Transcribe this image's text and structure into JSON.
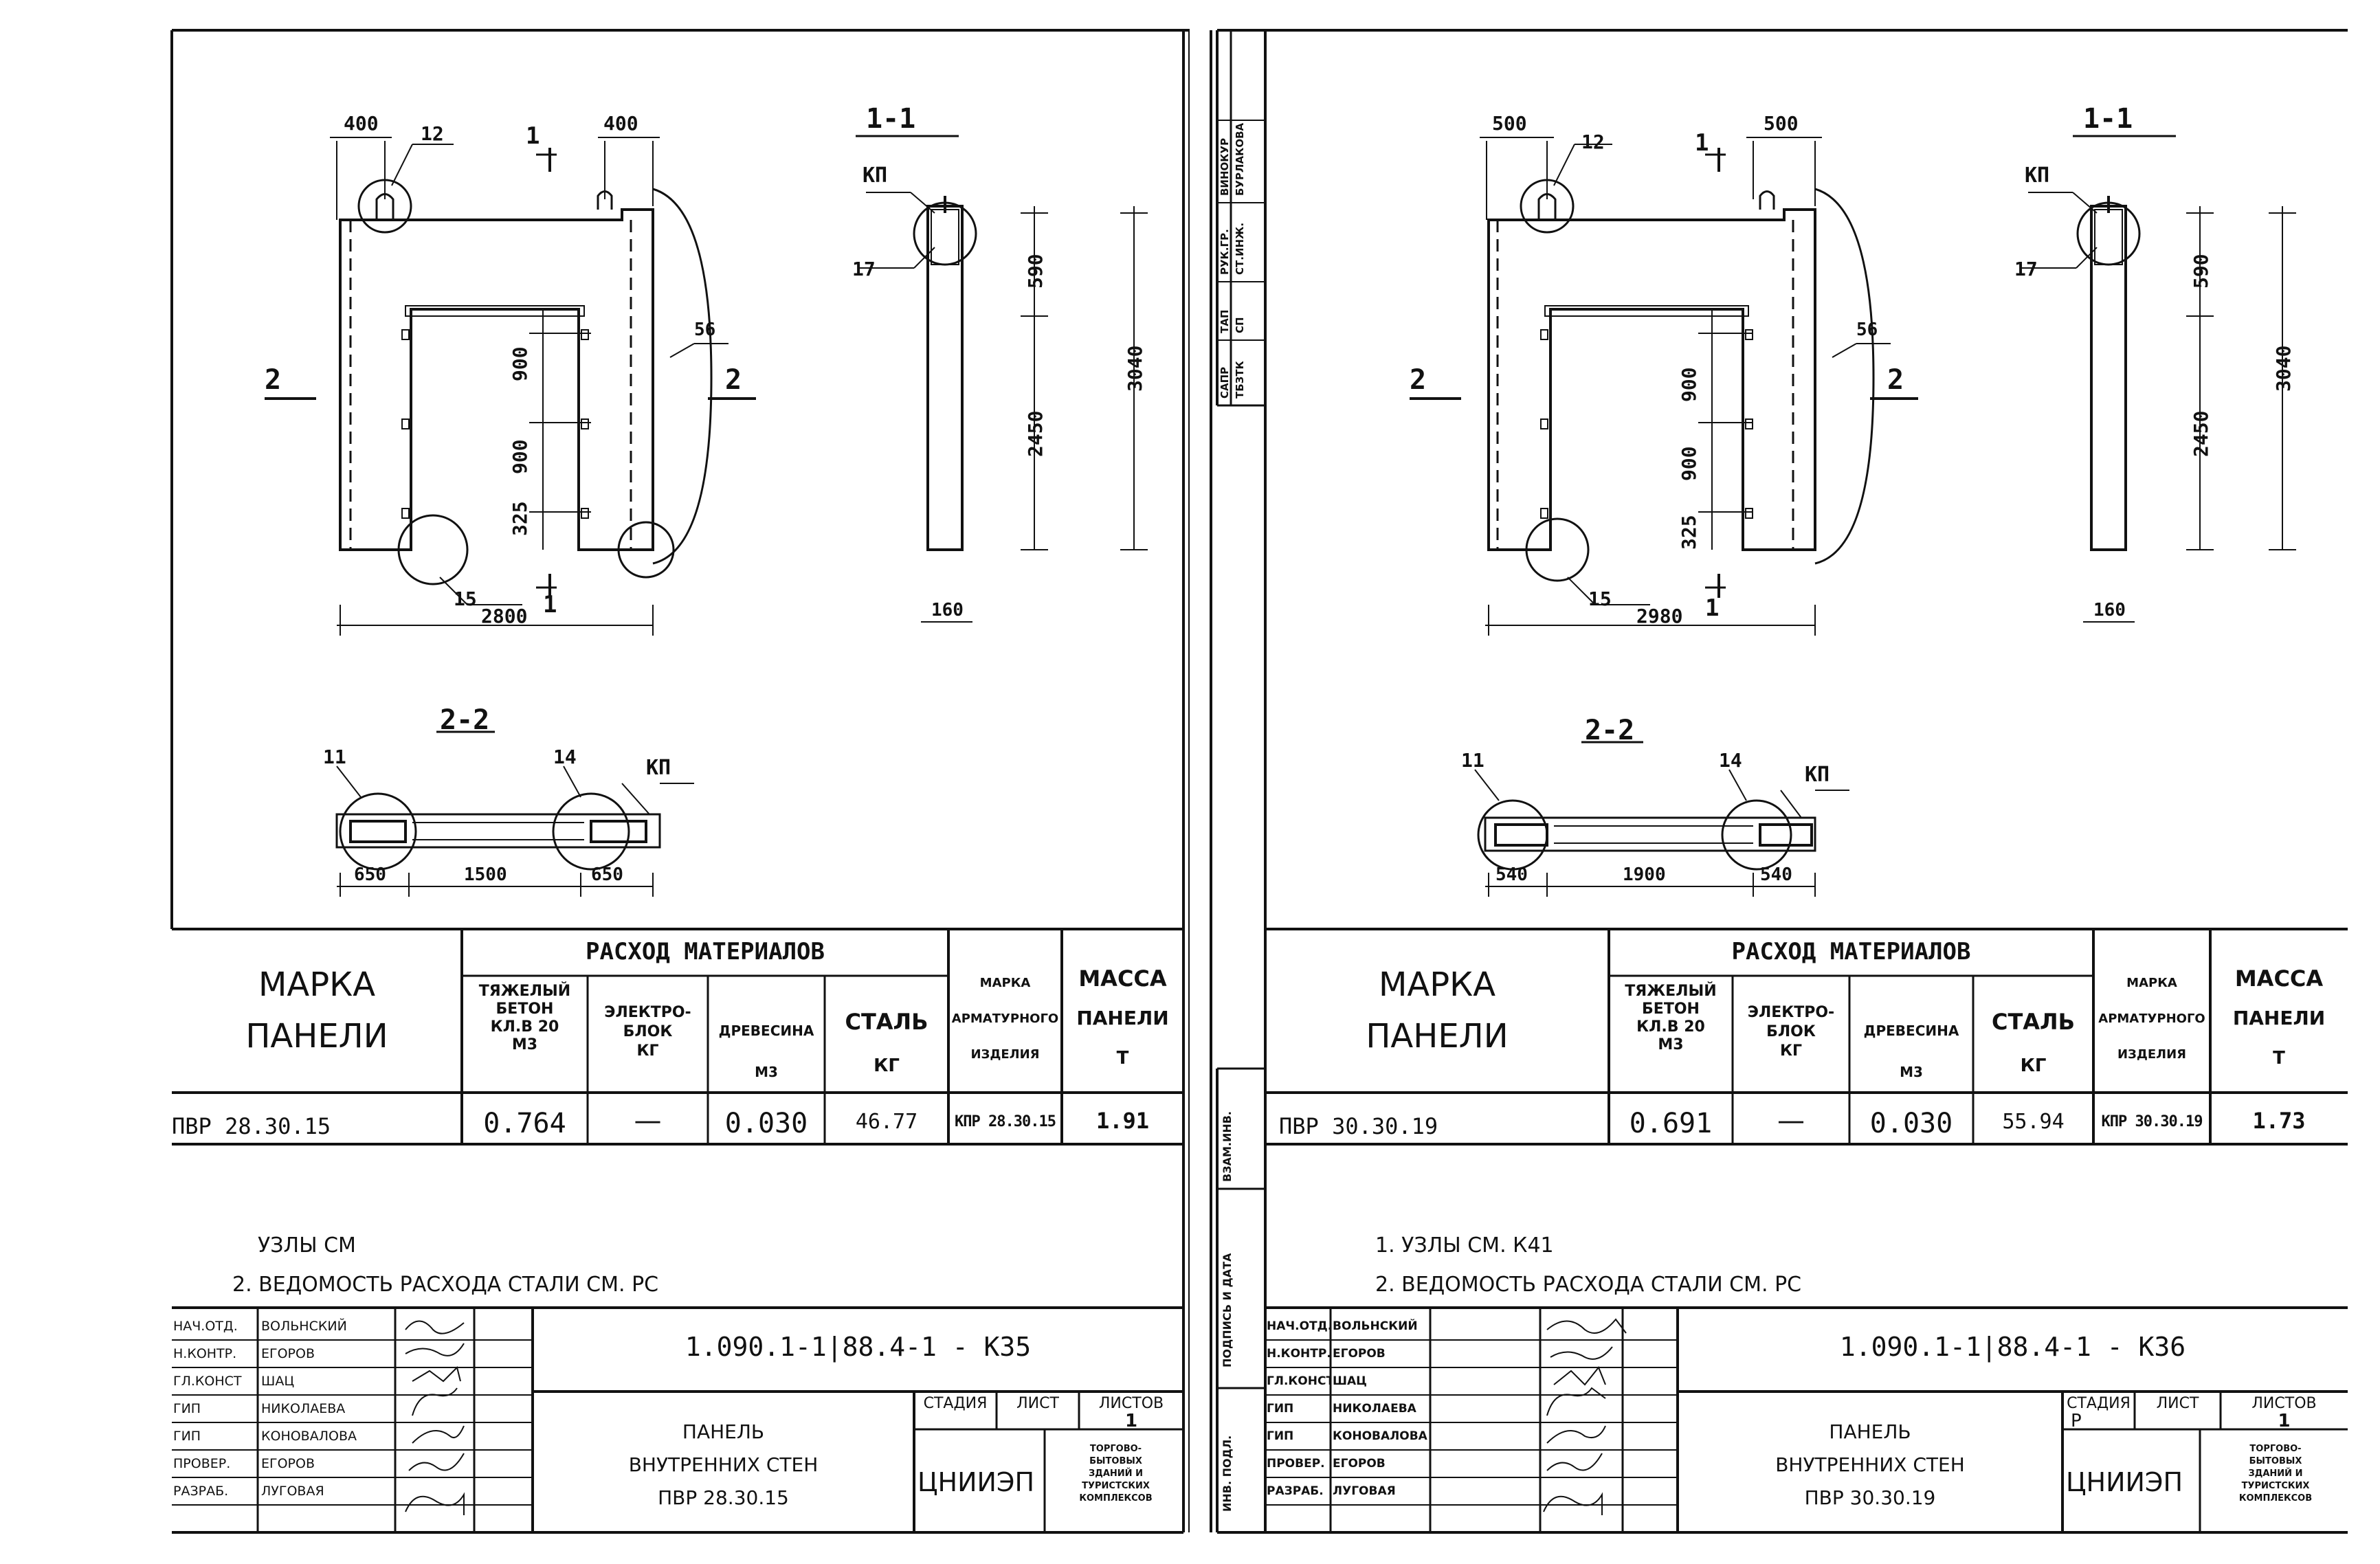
{
  "sheets": [
    {
      "id": "k35",
      "drawing": {
        "section_1_1": "1-1",
        "section_2_2": "2-2",
        "cut_1": "1",
        "cut_2": "2",
        "dim_top_left": "400",
        "dim_top_right": "400",
        "dim_width": "2800",
        "dim_900_a": "900",
        "dim_900_b": "900",
        "dim_325": "325",
        "dim_590": "590",
        "dim_2450": "2450",
        "dim_3040": "3040",
        "dim_160": "160",
        "dim_plan_left": "650",
        "dim_plan_mid": "1500",
        "dim_plan_right": "650",
        "callout_12": "12",
        "callout_15": "15",
        "callout_17": "17",
        "callout_56": "56",
        "callout_11": "11",
        "callout_14": "14",
        "kp_section": "КП",
        "kp_plan": "КП"
      },
      "table": {
        "marka_line1": "МАРКА",
        "marka_line2": "ПАНЕЛИ",
        "rashod_header": "РАСХОД МАТЕРИАЛОВ",
        "col_beton_1": "ТЯЖЕЛЫЙ",
        "col_beton_2": "БЕТОН",
        "col_beton_3": "КЛ.В 20",
        "col_beton_4": "М3",
        "col_elektro_1": "ЭЛЕКТРО-",
        "col_elektro_2": "БЛОК",
        "col_elektro_3": "КГ",
        "col_drev_1": "ДРЕВЕСИНА",
        "col_drev_2": "М3",
        "col_stal_1": "СТАЛЬ",
        "col_stal_2": "КГ",
        "col_marka_arm_1": "МАРКА",
        "col_marka_arm_2": "АРМАТУРНОГО",
        "col_marka_arm_3": "ИЗДЕЛИЯ",
        "col_massa_1": "МАССА",
        "col_massa_2": "ПАНЕЛИ",
        "col_massa_3": "Т",
        "row_marka": "ПВР 28.30.15",
        "row_beton": "0.764",
        "row_elektro": "—",
        "row_drev": "0.030",
        "row_stal": "46.77",
        "row_arm": "КПР 28.30.15",
        "row_massa": "1.91"
      },
      "notes": {
        "note1": "УЗЛЫ СМ",
        "note2": "2. ВЕДОМОСТЬ РАСХОДА СТАЛИ СМ. РС"
      },
      "title": {
        "code": "1.090.1-1|88.4-1 - К35",
        "name_1": "ПАНЕЛЬ",
        "name_2": "ВНУТРЕННИХ СТЕН",
        "name_3": "ПВР 28.30.15",
        "stadia_label": "СТАДИЯ",
        "list_label": "ЛИСТ",
        "listov_label": "ЛИСТОВ",
        "stadia_value": "",
        "listov_value": "1",
        "org": "ЦНИИЭП",
        "org_sub_1": "ТОРГОВО-",
        "org_sub_2": "БЫТОВЫХ",
        "org_sub_3": "ЗДАНИЙ И",
        "org_sub_4": "ТУРИСТСКИХ",
        "org_sub_5": "КОМПЛЕКСОВ",
        "roles": [
          "НАЧ.ОТД.",
          "Н.КОНТР.",
          "ГЛ.КОНСТ",
          "ГИП",
          "ГИП",
          "ПРОВЕР.",
          "РАЗРАБ."
        ],
        "names": [
          "ВОЛЬНСКИЙ",
          "ЕГОРОВ",
          "ШАЦ",
          "НИКОЛАЕВА",
          "КОНОВАЛОВА",
          "ЕГОРОВ",
          "ЛУГОВАЯ"
        ]
      }
    },
    {
      "id": "k36",
      "drawing": {
        "section_1_1": "1-1",
        "section_2_2": "2-2",
        "cut_1": "1",
        "cut_2": "2",
        "dim_top_left": "500",
        "dim_top_right": "500",
        "dim_width": "2980",
        "dim_900_a": "900",
        "dim_900_b": "900",
        "dim_325": "325",
        "dim_590": "590",
        "dim_2450": "2450",
        "dim_3040": "3040",
        "dim_160": "160",
        "dim_plan_left": "540",
        "dim_plan_mid": "1900",
        "dim_plan_right": "540",
        "callout_12": "12",
        "callout_15": "15",
        "callout_17": "17",
        "callout_56": "56",
        "callout_11": "11",
        "callout_14": "14",
        "kp_section": "КП",
        "kp_plan": "КП"
      },
      "table": {
        "marka_line1": "МАРКА",
        "marka_line2": "ПАНЕЛИ",
        "rashod_header": "РАСХОД МАТЕРИАЛОВ",
        "col_beton_1": "ТЯЖЕЛЫЙ",
        "col_beton_2": "БЕТОН",
        "col_beton_3": "КЛ.В 20",
        "col_beton_4": "М3",
        "col_elektro_1": "ЭЛЕКТРО-",
        "col_elektro_2": "БЛОК",
        "col_elektro_3": "КГ",
        "col_drev_1": "ДРЕВЕСИНА",
        "col_drev_2": "М3",
        "col_stal_1": "СТАЛЬ",
        "col_stal_2": "КГ",
        "col_marka_arm_1": "МАРКА",
        "col_marka_arm_2": "АРМАТУРНОГО",
        "col_marka_arm_3": "ИЗДЕЛИЯ",
        "col_massa_1": "МАССА",
        "col_massa_2": "ПАНЕЛИ",
        "col_massa_3": "Т",
        "row_marka": "ПВР 30.30.19",
        "row_beton": "0.691",
        "row_elektro": "—",
        "row_drev": "0.030",
        "row_stal": "55.94",
        "row_arm": "КПР 30.30.19",
        "row_massa": "1.73"
      },
      "notes": {
        "note1": "1. УЗЛЫ СМ. К41",
        "note2": "2. ВЕДОМОСТЬ РАСХОДА СТАЛИ СМ. РС"
      },
      "title": {
        "code": "1.090.1-1|88.4-1 - К36",
        "name_1": "ПАНЕЛЬ",
        "name_2": "ВНУТРЕННИХ СТЕН",
        "name_3": "ПВР 30.30.19",
        "stadia_label": "СТАДИЯ",
        "list_label": "ЛИСТ",
        "listov_label": "ЛИСТОВ",
        "stadia_value": "Р",
        "listov_value": "1",
        "org": "ЦНИИЭП",
        "org_sub_1": "ТОРГОВО-",
        "org_sub_2": "БЫТОВЫХ",
        "org_sub_3": "ЗДАНИЙ И",
        "org_sub_4": "ТУРИСТСКИХ",
        "org_sub_5": "КОМПЛЕКСОВ",
        "roles": [
          "НАЧ.ОТД.",
          "Н.КОНТР.",
          "ГЛ.КОНСТ",
          "ГИП",
          "ГИП",
          "ПРОВЕР.",
          "РАЗРАБ."
        ],
        "names": [
          "ВОЛЬНСКИЙ",
          "ЕГОРОВ",
          "ШАЦ",
          "НИКОЛАЕВА",
          "КОНОВАЛОВА",
          "ЕГОРОВ",
          "ЛУГОВАЯ"
        ]
      },
      "stamp_top": {
        "row1": [
          "САПР",
          "ТАП",
          "РУК.ГР.",
          "ВИНОКУР"
        ],
        "row2": [
          "ТБЗТК",
          "СП",
          "СТ.ИНЖ.",
          "БУРЛАКОВА"
        ]
      },
      "side_labels": [
        "ВЗАМ.ИНВ.",
        "ПОДПИСЬ И ДАТА",
        "ИНВ. ПОДЛ."
      ]
    }
  ]
}
